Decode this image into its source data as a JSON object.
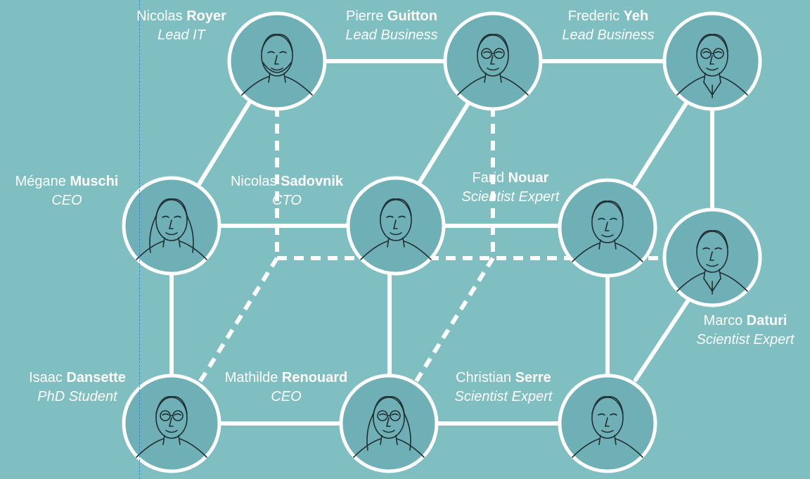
{
  "colors": {
    "background": "#80bfc1",
    "portrait_fill": "#6fb0b6",
    "line": "#ffffff",
    "sketch": "#1f2f33"
  },
  "people": [
    {
      "id": "royer",
      "first": "Nicolas",
      "last": "Royer",
      "role": "Lead IT",
      "icon": "bearded-man-sketch"
    },
    {
      "id": "guitton",
      "first": "Pierre",
      "last": "Guitton",
      "role": "Lead Business",
      "icon": "bald-man-glasses-sketch"
    },
    {
      "id": "yeh",
      "first": "Frederic",
      "last": "Yeh",
      "role": "Lead Business",
      "icon": "man-glasses-suit-sketch"
    },
    {
      "id": "muschi",
      "first": "Mégane",
      "last": "Muschi",
      "role": "CEO",
      "icon": "woman-long-hair-sketch"
    },
    {
      "id": "sadovnik",
      "first": "Nicolas",
      "last": "Sadovnik",
      "role": "CTO",
      "icon": "young-man-sketch"
    },
    {
      "id": "nouar",
      "first": "Farid",
      "last": "Nouar",
      "role": "Scientist Expert",
      "icon": "smiling-man-sketch"
    },
    {
      "id": "daturi",
      "first": "Marco",
      "last": "Daturi",
      "role": "Scientist Expert",
      "icon": "man-suit-tie-sketch"
    },
    {
      "id": "dansette",
      "first": "Isaac",
      "last": "Dansette",
      "role": "PhD Student",
      "icon": "man-round-glasses-sketch"
    },
    {
      "id": "renouard",
      "first": "Mathilde",
      "last": "Renouard",
      "role": "CEO",
      "icon": "woman-curly-hair-glasses-sketch"
    },
    {
      "id": "serre",
      "first": "Christian",
      "last": "Serre",
      "role": "Scientist Expert",
      "icon": "older-man-sketch"
    }
  ]
}
